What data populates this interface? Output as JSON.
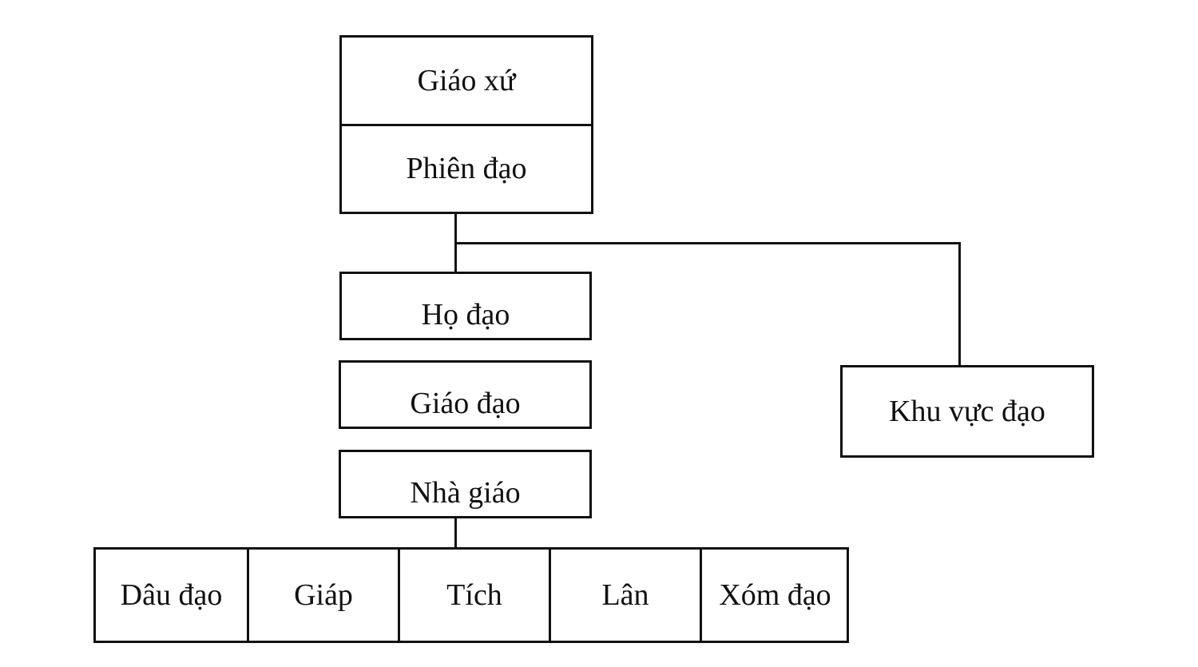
{
  "diagram": {
    "top_box": {
      "title": "Giáo xứ",
      "subtitle": "Phiên đạo"
    },
    "left_branch": [
      "Họ đạo",
      "Giáo đạo",
      "Nhà giáo"
    ],
    "right_branch": "Khu vực đạo",
    "bottom_row": [
      "Dâu đạo",
      "Giáp",
      "Tích",
      "Lân",
      "Xóm đạo"
    ]
  }
}
